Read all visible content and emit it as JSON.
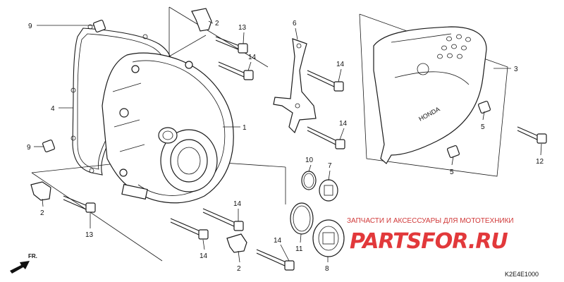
{
  "diagram": {
    "watermark_text": "ЗАПЧАСТИ И АКСЕССУАРЫ ДЛЯ МОТОТЕХНИКИ",
    "watermark_logo": "PARTSFOR.RU",
    "direction_label": "FR.",
    "drawing_code": "K2E4E1000",
    "cover_brand": "HONDA",
    "callouts": [
      {
        "id": "c1",
        "label": "1"
      },
      {
        "id": "c2a",
        "label": "2"
      },
      {
        "id": "c2b",
        "label": "2"
      },
      {
        "id": "c2c",
        "label": "2"
      },
      {
        "id": "c3",
        "label": "3"
      },
      {
        "id": "c4",
        "label": "4"
      },
      {
        "id": "c5a",
        "label": "5"
      },
      {
        "id": "c5b",
        "label": "5"
      },
      {
        "id": "c6",
        "label": "6"
      },
      {
        "id": "c7",
        "label": "7"
      },
      {
        "id": "c8",
        "label": "8"
      },
      {
        "id": "c9a",
        "label": "9"
      },
      {
        "id": "c9b",
        "label": "9"
      },
      {
        "id": "c10",
        "label": "10"
      },
      {
        "id": "c11",
        "label": "11"
      },
      {
        "id": "c12",
        "label": "12"
      },
      {
        "id": "c13a",
        "label": "13"
      },
      {
        "id": "c13b",
        "label": "13"
      },
      {
        "id": "c14a",
        "label": "14"
      },
      {
        "id": "c14b",
        "label": "14"
      },
      {
        "id": "c14c",
        "label": "14"
      },
      {
        "id": "c14d",
        "label": "14"
      },
      {
        "id": "c14e",
        "label": "14"
      }
    ]
  }
}
